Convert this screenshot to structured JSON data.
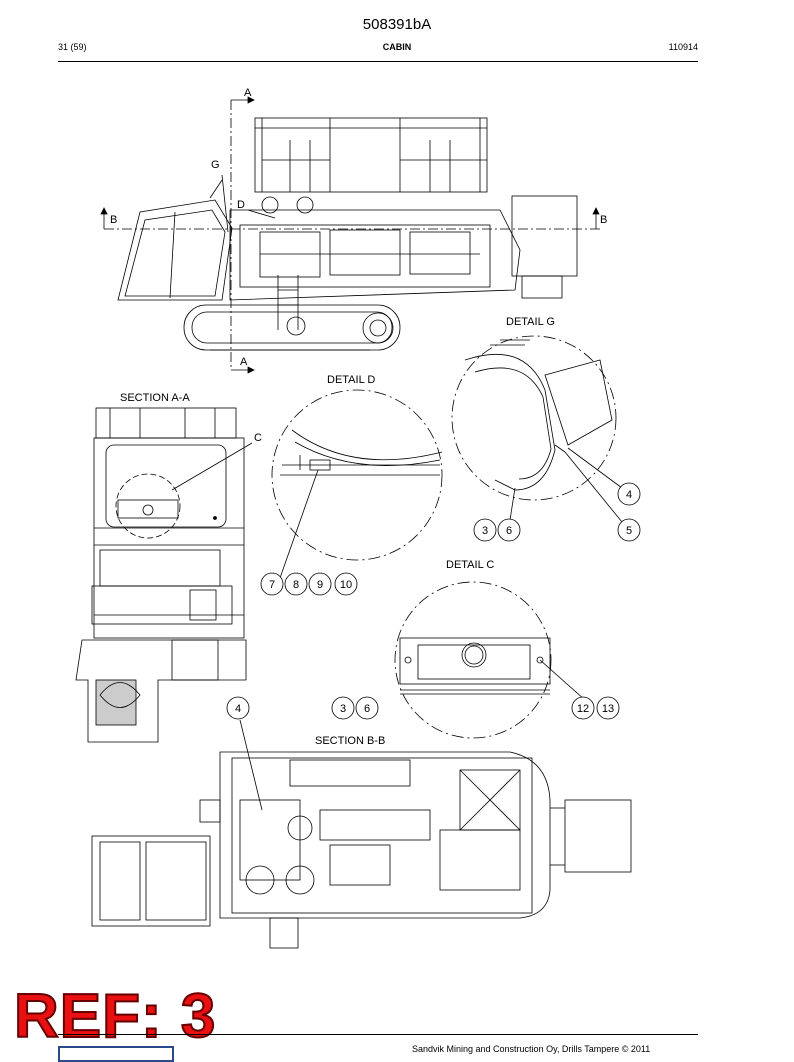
{
  "header": {
    "doc_number": "508391bA",
    "page": "31 (59)",
    "section": "CABIN",
    "date": "110914"
  },
  "drawing": {
    "section_marks": {
      "a_top": "A",
      "a_bottom": "A",
      "b_left": "B",
      "b_right": "B"
    },
    "leaders": {
      "g": "G",
      "d": "D",
      "c": "C"
    },
    "titles": {
      "detail_g": "DETAIL G",
      "detail_d": "DETAIL D",
      "section_aa": "SECTION  A-A",
      "detail_c": "DETAIL C",
      "section_bb": "SECTION  B-B"
    },
    "callouts": {
      "g_4": "4",
      "g_3": "3",
      "g_6": "6",
      "g_5": "5",
      "d_7": "7",
      "d_8": "8",
      "d_9": "9",
      "d_10": "10",
      "bb_4": "4",
      "c_3": "3",
      "c_6": "6",
      "c_12": "12",
      "c_13": "13"
    }
  },
  "stamp": "REF: 3",
  "footer": {
    "copyright": "Sandvik Mining and Construction Oy, Drills Tampere © 2011"
  }
}
